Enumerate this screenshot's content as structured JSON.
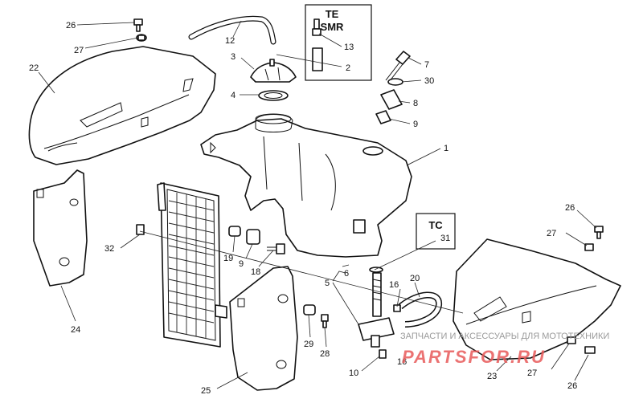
{
  "callouts": {
    "n26a": "26",
    "n27a": "27",
    "n12": "12",
    "n22": "22",
    "n3": "3",
    "n4": "4",
    "n13": "13",
    "n2": "2",
    "n7": "7",
    "n30": "30",
    "n8": "8",
    "n9a": "9",
    "n1": "1",
    "n26b": "26",
    "n27b": "27",
    "n31": "31",
    "n32": "32",
    "n19": "19",
    "n9b": "9",
    "n18": "18",
    "n5": "5",
    "n6": "6",
    "n16a": "16",
    "n20": "20",
    "n24": "24",
    "n29": "29",
    "n28": "28",
    "n10": "10",
    "n16b": "16",
    "n23": "23",
    "n27c": "27",
    "n26c": "26",
    "n25": "25"
  },
  "boxes": {
    "te_line1": "TE",
    "te_line2": "SMR",
    "tc": "TC"
  },
  "watermark": {
    "tagline": "ЗАПЧАСТИ И АКСЕССУАРЫ ДЛЯ МОТОТЕХНИКИ",
    "brand": "PARTSFOR.RU"
  }
}
